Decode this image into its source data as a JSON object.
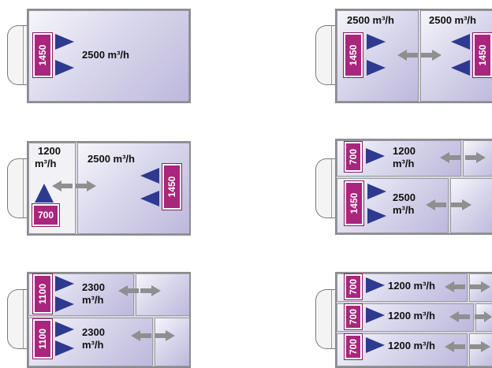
{
  "colors": {
    "unit": "#a8267d",
    "fan": "#2d3a8f",
    "arrow": "#8f8f8f"
  },
  "units": {
    "u1450": "1450",
    "u700": "700",
    "u1100": "1100"
  },
  "labels": {
    "flow2500": "2500 m³/h",
    "flow2300": "2300",
    "flow1200": "1200",
    "flow2500_short": "2500",
    "unit_m3h": "m³/h",
    "flow1200_full": "1200 m³/h"
  }
}
